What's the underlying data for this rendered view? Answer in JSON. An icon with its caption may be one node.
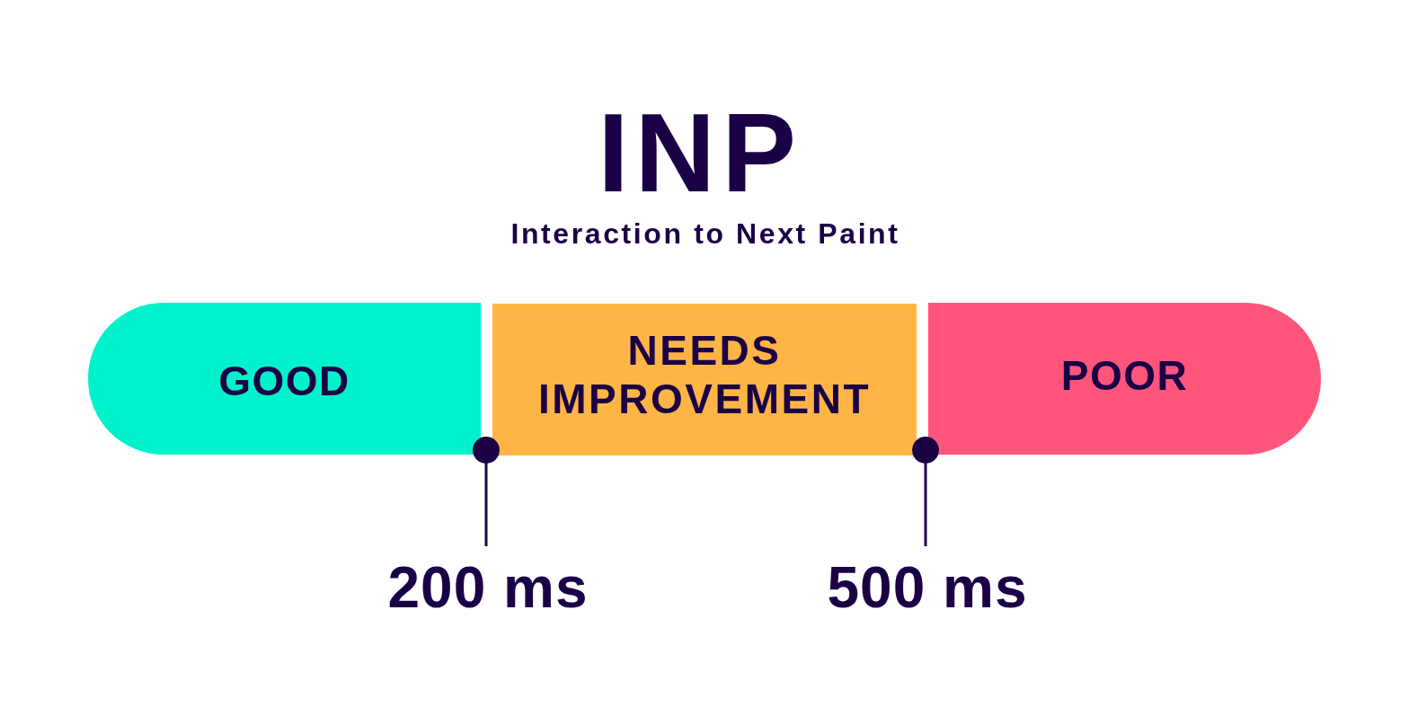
{
  "diagram": {
    "title": "INP",
    "nodes": [
      {
        "text": [
          "GOOD"
        ]
      },
      {
        "text": [
          "NEEDS IMPROVEMENT"
        ]
      },
      {
        "text": [
          "POOR"
        ]
      },
      {
        "text": [
          "200 ms"
        ]
      },
      {
        "text": [
          "500 ms"
        ]
      }
    ],
    "edges": [
      {
        "from": 3,
        "to": 0,
        "arrow": "other"
      },
      {
        "from": 4,
        "to": 2,
        "arrow": "other"
      }
    ],
    "labels": [
      "Interaction to Next Paint"
    ]
  }
}
